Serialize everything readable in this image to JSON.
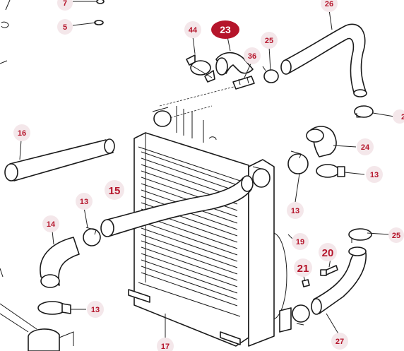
{
  "callouts": {
    "c7": "7",
    "c5": "5",
    "c44": "44",
    "c23": "23",
    "c25a": "25",
    "c36": "36",
    "c26": "26",
    "c2": "2",
    "c16": "16",
    "c24": "24",
    "c13a": "13",
    "c13b": "13",
    "c15": "15",
    "c13c": "13",
    "c14": "14",
    "c19": "19",
    "c25b": "25",
    "c20": "20",
    "c21": "21",
    "c13d": "13",
    "c27": "27",
    "c17": "17"
  },
  "highlighted_part": "23",
  "colors": {
    "callout_text": "#b5152b",
    "callout_badge": "#f4e7ea",
    "highlight_badge": "#b5152b",
    "line_art": "#1a1a1a"
  }
}
